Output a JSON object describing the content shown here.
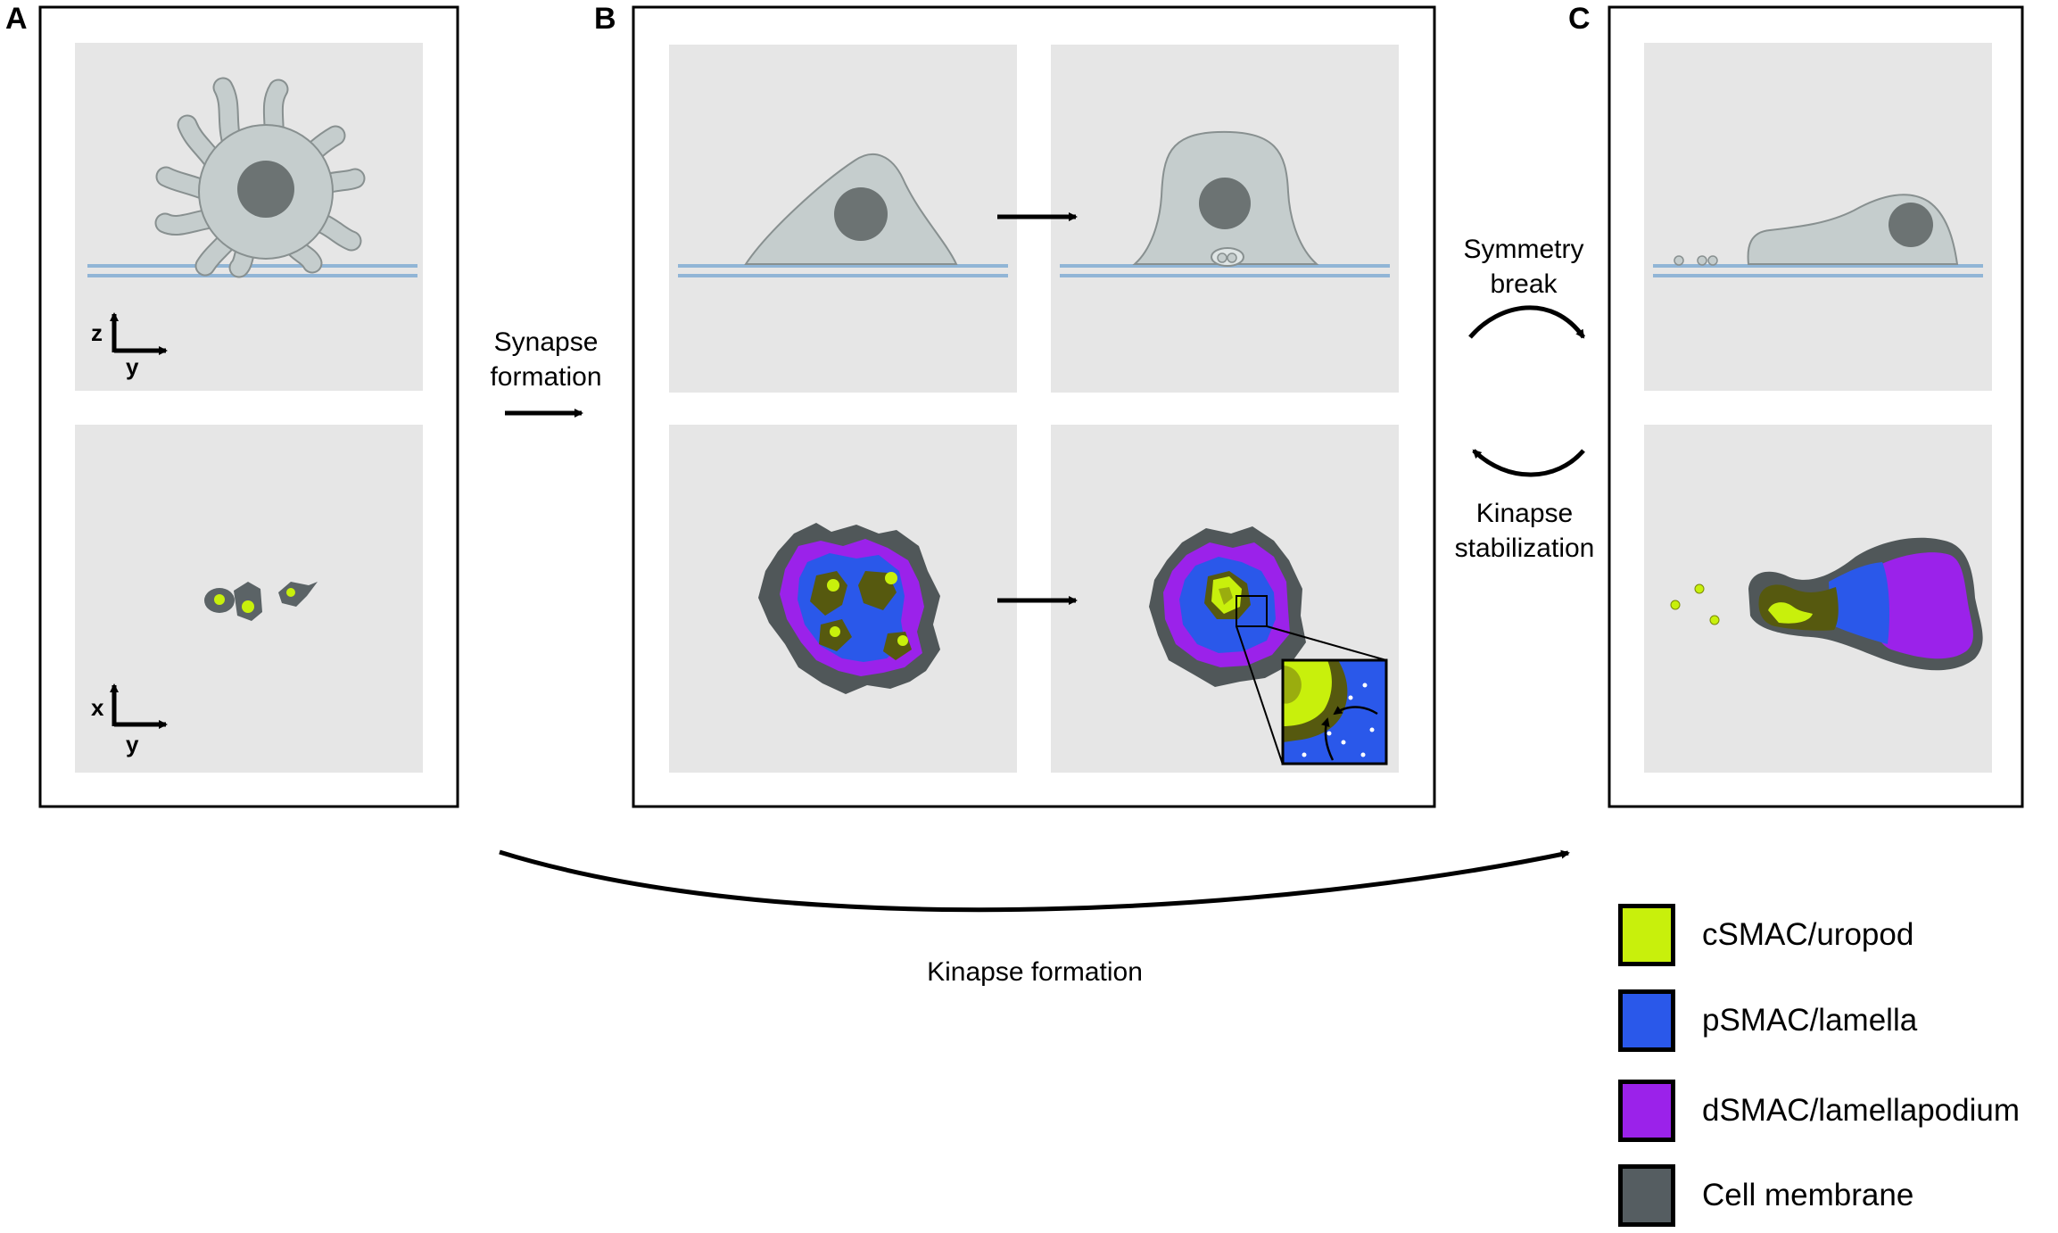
{
  "panels": {
    "a": {
      "letter": "A",
      "axes_top": {
        "vertical": "z",
        "horizontal": "y"
      },
      "axes_bottom": {
        "vertical": "x",
        "horizontal": "y"
      }
    },
    "b": {
      "letter": "B"
    },
    "c": {
      "letter": "C"
    }
  },
  "transitions": {
    "synapse": "Synapse formation",
    "symmetry": "Symmetry break",
    "stabilization": "Kinapse stabilization",
    "kinapse": "Kinapse formation"
  },
  "legend": [
    {
      "label": "cSMAC/uropod",
      "color": "#c8f00c"
    },
    {
      "label": "pSMAC/lamella",
      "color": "#2a58ea"
    },
    {
      "label": "dSMAC/lamellapodium",
      "color": "#9b22ea"
    },
    {
      "label": "Cell membrane",
      "color": "#555d61"
    }
  ],
  "colors": {
    "panel_bg": "#e6e6e6",
    "cell_body": "#c5cdcd",
    "nucleus": "#6c7373",
    "substrate": "#91b5d6",
    "dark_olive": "#56590f"
  }
}
